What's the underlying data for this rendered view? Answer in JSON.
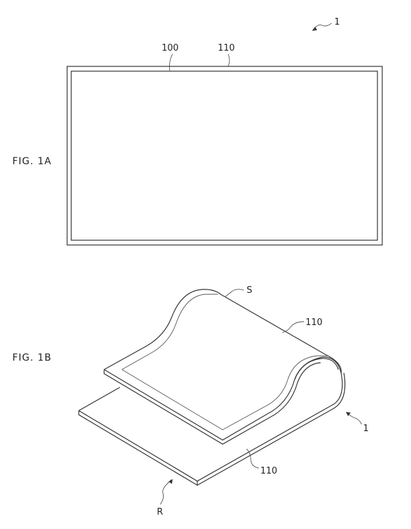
{
  "figures": {
    "fig1a": {
      "label": "FIG. 1A",
      "refs": {
        "device": "1",
        "display": "100",
        "border": "110"
      }
    },
    "fig1b": {
      "label": "FIG. 1B",
      "refs": {
        "curve": "S",
        "border_top": "110",
        "device": "1",
        "border_bottom": "110",
        "roll": "R"
      }
    }
  }
}
